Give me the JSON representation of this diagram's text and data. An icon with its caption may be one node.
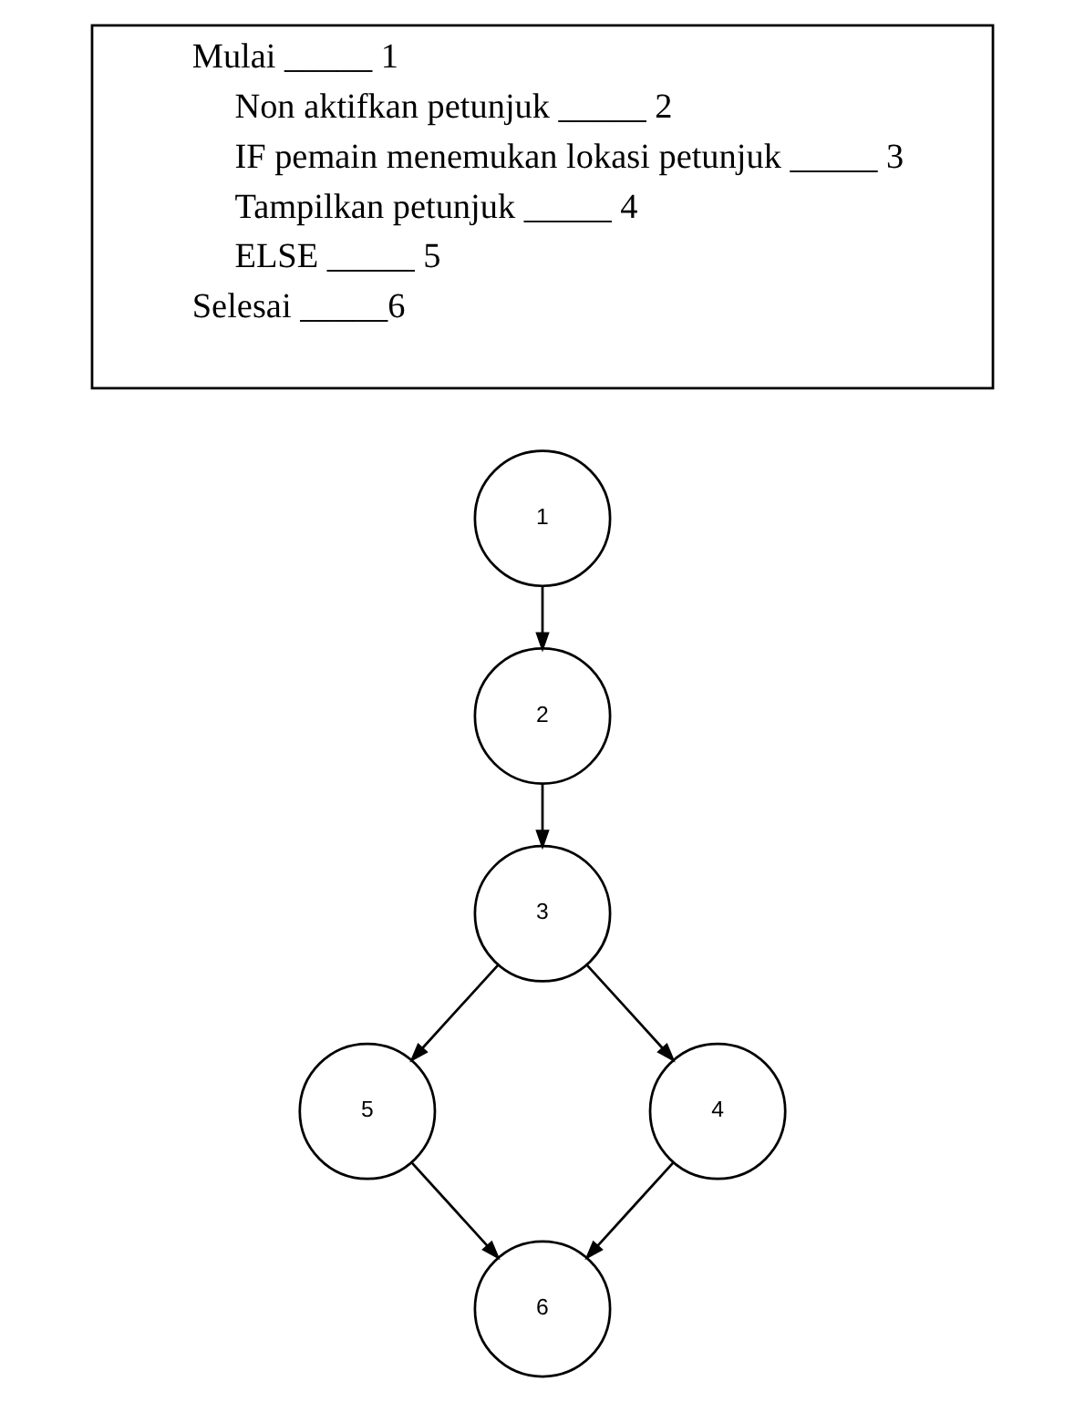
{
  "diagram": {
    "nodes": [
      {
        "text": [
          "Mulai _____ 1",
          "Non aktifkan petunjuk _____ 2",
          "IF pemain menemukan lokasi petunjuk _____ 3",
          "Tampilkan petunjuk _____ 4",
          "ELSE _____ 5",
          "Selesai _____6"
        ]
      },
      {
        "text": [
          "1"
        ]
      },
      {
        "text": [
          "2"
        ]
      },
      {
        "text": [
          "3"
        ]
      },
      {
        "text": [
          "5"
        ]
      },
      {
        "text": [
          "4"
        ]
      },
      {
        "text": [
          "6"
        ]
      }
    ],
    "edges": [
      {
        "from": 1,
        "to": 2,
        "arrow": "to"
      },
      {
        "from": 2,
        "to": 3,
        "arrow": "to"
      },
      {
        "from": 3,
        "to": 4,
        "arrow": "to"
      },
      {
        "from": 3,
        "to": 5,
        "arrow": "to"
      },
      {
        "from": 4,
        "to": 6,
        "arrow": "to"
      },
      {
        "from": 5,
        "to": 6,
        "arrow": "to"
      }
    ]
  }
}
